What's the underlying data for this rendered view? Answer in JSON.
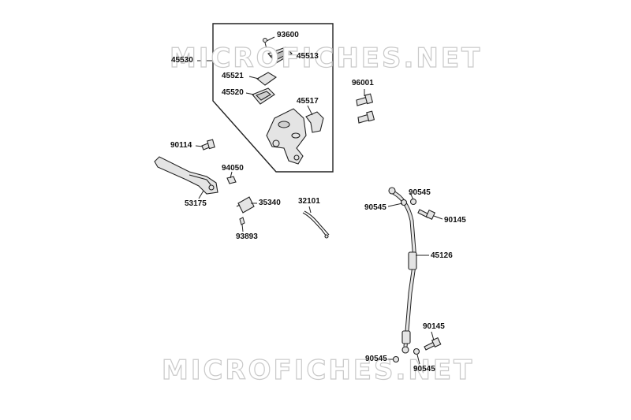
{
  "watermark": {
    "text": "MICROFICHES.NET"
  },
  "colors": {
    "line": "#222222",
    "part_fill": "#e4e4e4",
    "watermark": "#c9c9c9"
  },
  "assembly": {
    "number": "45530"
  },
  "labels": {
    "p93600": "93600",
    "p45513": "45513",
    "p45521": "45521",
    "p45520": "45520",
    "p45517": "45517",
    "p96001": "96001",
    "p90114": "90114",
    "p94050": "94050",
    "p53175": "53175",
    "p35340": "35340",
    "p93893": "93893",
    "p32101": "32101",
    "p90545a": "90545",
    "p90545b": "90545",
    "p90145a": "90145",
    "p45126": "45126",
    "p90145b": "90145",
    "p90545c": "90545",
    "p90545d": "90545"
  }
}
